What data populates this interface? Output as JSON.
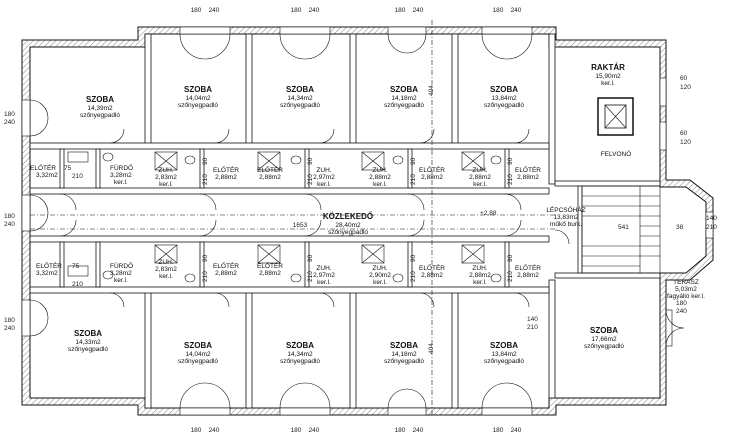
{
  "rooms": {
    "szoba_nw": {
      "name": "SZOBA",
      "area": "14,39m2",
      "floor": "szőnyegpadló"
    },
    "szoba_n1": {
      "name": "SZOBA",
      "area": "14,04m2",
      "floor": "szőnyegpadló"
    },
    "szoba_n2": {
      "name": "SZOBA",
      "area": "14,34m2",
      "floor": "szőnyegpadló"
    },
    "szoba_n3": {
      "name": "SZOBA",
      "area": "14,18m2",
      "floor": "szőnyegpadló"
    },
    "szoba_n4": {
      "name": "SZOBA",
      "area": "13,84m2",
      "floor": "szőnyegpadló"
    },
    "raktar": {
      "name": "RAKTÁR",
      "area": "15,90m2",
      "floor": "ker.l."
    },
    "felvono": {
      "name": "FELVONÓ"
    },
    "szoba_sw": {
      "name": "SZOBA",
      "area": "14,33m2",
      "floor": "szőnyegpadló"
    },
    "szoba_s1": {
      "name": "SZOBA",
      "area": "14,04m2",
      "floor": "szőnyegpadló"
    },
    "szoba_s2": {
      "name": "SZOBA",
      "area": "14,34m2",
      "floor": "szőnyegpadló"
    },
    "szoba_s3": {
      "name": "SZOBA",
      "area": "14,18m2",
      "floor": "szőnyegpadló"
    },
    "szoba_s4": {
      "name": "SZOBA",
      "area": "13,84m2",
      "floor": "szőnyegpadló"
    },
    "szoba_se": {
      "name": "SZOBA",
      "area": "17,66m2",
      "floor": "szőnyegpadló"
    },
    "terasz": {
      "name": "TERASZ",
      "area": "5,03m2",
      "floor": "fagyálló ker.l."
    },
    "kozlekedo": {
      "name": "KÖZLEKEDŐ",
      "area": "28,40m2",
      "floor": "szőnyegpadló"
    },
    "lepcsohaz": {
      "name": "LÉPCSŐHÁZ",
      "area": "13,83m2",
      "floor": "műkő burk."
    },
    "eloter_nw": {
      "name": "ELŐTÉR",
      "area": "3,32m2"
    },
    "furdo_nw": {
      "name": "FÜRDŐ",
      "area": "3,28m2",
      "floor": "ker.l."
    },
    "eloter_sw": {
      "name": "ELŐTÉR",
      "area": "3,32m2"
    },
    "furdo_sw": {
      "name": "FÜRDŐ",
      "area": "3,28m2",
      "floor": "ker.l."
    },
    "zuh_n1": {
      "name": "ZUH.",
      "area": "2,83m2",
      "floor": "ker.l."
    },
    "eloter_n1": {
      "name": "ELŐTÉR",
      "area": "2,88m2"
    },
    "eloter_n2": {
      "name": "ELŐTÉR",
      "area": "2,88m2"
    },
    "zuh_n2": {
      "name": "ZUH.",
      "area": "2,97m2",
      "floor": "ker.l."
    },
    "zuh_n3": {
      "name": "ZUH.",
      "area": "2,88m2",
      "floor": "ker.l."
    },
    "eloter_n3": {
      "name": "ELŐTÉR",
      "area": "2,88m2"
    },
    "zuh_n4": {
      "name": "ZUH.",
      "area": "2,88m2",
      "floor": "ker.l."
    },
    "eloter_n4": {
      "name": "ELŐTÉR",
      "area": "2,88m2"
    },
    "zuh_s1": {
      "name": "ZUH.",
      "area": "2,83m2",
      "floor": "ker.l."
    },
    "eloter_s1": {
      "name": "ELŐTÉR",
      "area": "2,88m2"
    },
    "eloter_s2": {
      "name": "ELŐTÉR",
      "area": "2,88m2"
    },
    "zuh_s2": {
      "name": "ZUH.",
      "area": "2,97m2",
      "floor": "ker.l."
    },
    "zuh_s3": {
      "name": "ZUH.",
      "area": "2,90m2",
      "floor": "ker.l."
    },
    "eloter_s3": {
      "name": "ELŐTÉR",
      "area": "2,88m2"
    },
    "zuh_s4": {
      "name": "ZUH.",
      "area": "2,88m2",
      "floor": "ker.l."
    },
    "eloter_s4": {
      "name": "ELŐTÉR",
      "area": "2,88m2"
    }
  },
  "dimensions": {
    "window_width": "180",
    "window_height": "240",
    "door_210": "210",
    "door_90": "90",
    "door_75": "75",
    "door_60": "60",
    "door_120": "120",
    "door_140": "140",
    "door_38": "38",
    "corridor_length": "1653",
    "wall_404": "404",
    "stair_541": "541",
    "level": "+2,88"
  }
}
